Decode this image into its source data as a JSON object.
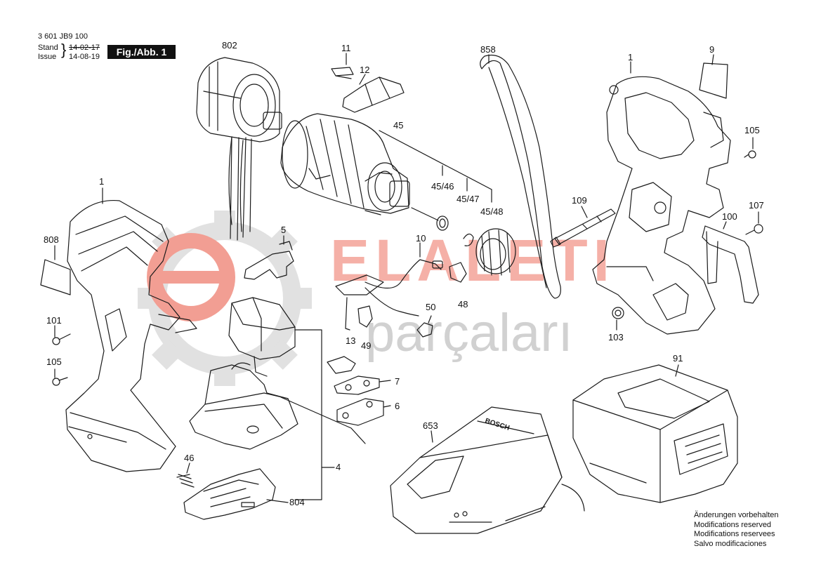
{
  "header": {
    "doc_number": "3 601 JB9 100",
    "stand_label": "Stand",
    "issue_label": "Issue",
    "stand_date": "14-02-17",
    "issue_date": "14-08-19",
    "figure_label": "Fig./Abb. 1"
  },
  "part_labels": {
    "p802": "802",
    "p11": "11",
    "p12": "12",
    "p858": "858",
    "p1_top": "1",
    "p9": "9",
    "p45": "45",
    "p105_right": "105",
    "p1_left": "1",
    "p45_46": "45/46",
    "p45_47": "45/47",
    "p45_48": "45/48",
    "p109": "109",
    "p107": "107",
    "p808": "808",
    "p5": "5",
    "p100": "100",
    "p10": "10",
    "p101": "101",
    "p48": "48",
    "p50": "50",
    "p103": "103",
    "p13": "13",
    "p49": "49",
    "p105_left": "105",
    "p91": "91",
    "p7": "7",
    "p6": "6",
    "p653": "653",
    "p46": "46",
    "p4": "4",
    "p804": "804"
  },
  "watermark": {
    "line1": "ELALETI",
    "line2": "parçaları",
    "color": "#e8503c"
  },
  "notes": [
    "Änderungen vorbehalten",
    "Modifications reserved",
    "Modifications reservees",
    "Salvo modificaciones"
  ],
  "charger_text": "BOSCH",
  "colors": {
    "ink": "#111111",
    "watermark": "#e8503c",
    "gear": "#bdbdbd"
  }
}
